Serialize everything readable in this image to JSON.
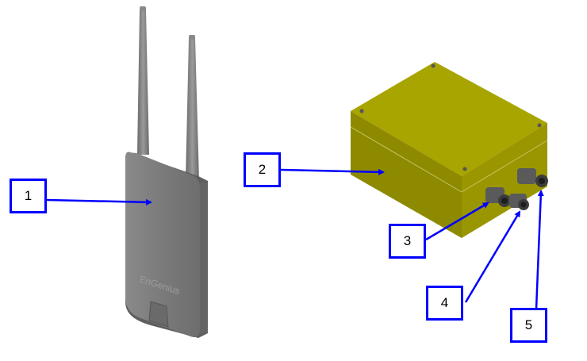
{
  "figure": {
    "brand_text": "EnGenius",
    "callouts": [
      {
        "id": "1",
        "label": "1",
        "target": "access-point"
      },
      {
        "id": "2",
        "label": "2",
        "target": "enclosure-box"
      },
      {
        "id": "3",
        "label": "3",
        "target": "cable-gland-left"
      },
      {
        "id": "4",
        "label": "4",
        "target": "cable-gland-middle"
      },
      {
        "id": "5",
        "label": "5",
        "target": "cable-gland-right"
      }
    ],
    "colors": {
      "arrow": "#0000ff",
      "box_top": "#a8a400",
      "box_side": "#8c8800",
      "device": "#7a7a7a"
    }
  }
}
